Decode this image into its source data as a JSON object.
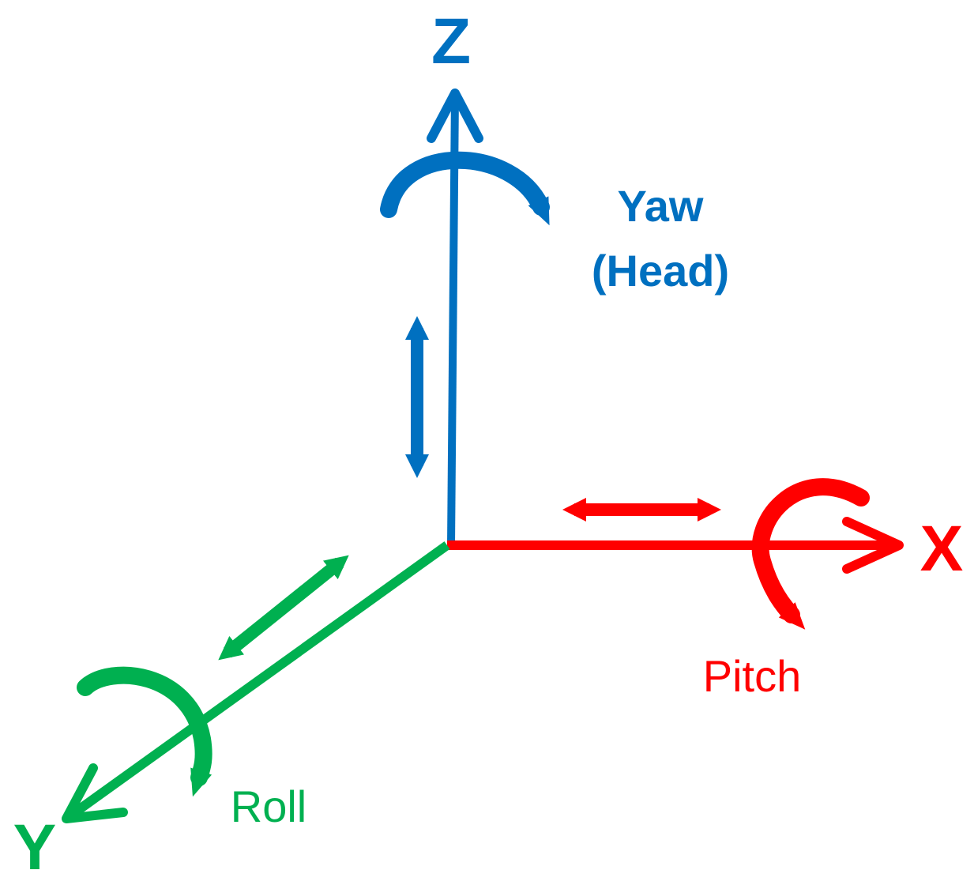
{
  "colors": {
    "z_axis": "#0070C0",
    "x_axis": "#FF0000",
    "y_axis": "#00B050",
    "background": "#FFFFFF"
  },
  "axes": {
    "z": {
      "label": "Z"
    },
    "x": {
      "label": "X"
    },
    "y": {
      "label": "Y"
    }
  },
  "rotations": {
    "yaw": {
      "line1": "Yaw",
      "line2": "(Head)"
    },
    "pitch": {
      "label": "Pitch"
    },
    "roll": {
      "label": "Roll"
    }
  }
}
